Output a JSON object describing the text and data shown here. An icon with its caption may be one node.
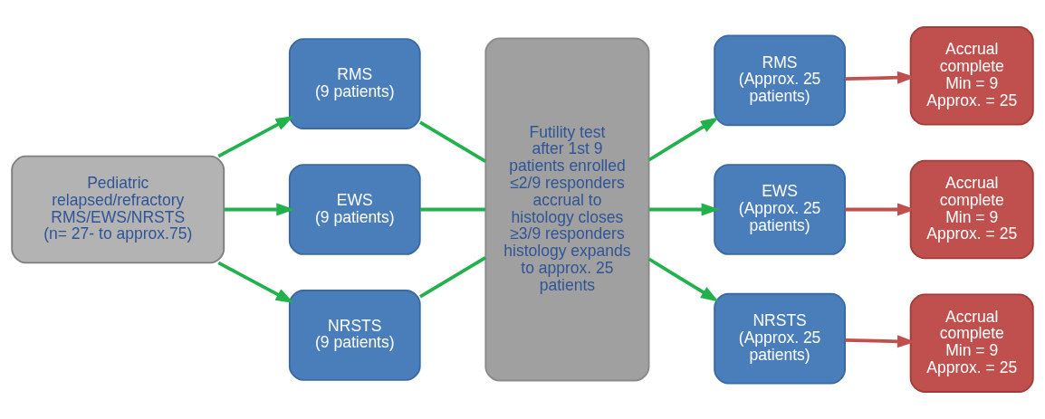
{
  "diagram": {
    "nodes": [
      {
        "text": [
          "Pediatric relapsed/refractory RMS/EWS/NRSTS",
          "(n= 27- to approx.75)"
        ]
      },
      {
        "text": [
          "RMS",
          "(9 patients)"
        ]
      },
      {
        "text": [
          "EWS",
          "(9 patients)"
        ]
      },
      {
        "text": [
          "NRSTS",
          "(9 patients)"
        ]
      },
      {
        "text": [
          "Futility test after 1st 9 patients enrolled",
          "≤2/9 responders accrual to histology closes",
          "≥3/9 responders histology expands to approx. 25 patients"
        ]
      },
      {
        "text": [
          "RMS",
          "(Approx. 25 patients)"
        ]
      },
      {
        "text": [
          "EWS",
          "(Approx. 25 patients)"
        ]
      },
      {
        "text": [
          "NRSTS",
          "(Approx. 25 patients)"
        ]
      },
      {
        "text": [
          "Accrual complete",
          "Min = 9",
          "Approx. = 25"
        ]
      },
      {
        "text": [
          "Accrual complete",
          "Min = 9",
          "Approx. = 25"
        ]
      },
      {
        "text": [
          "Accrual complete",
          "Min = 9",
          "Approx. = 25"
        ]
      }
    ],
    "edges": [
      {
        "from": 0,
        "to": 1,
        "arrow": "to"
      },
      {
        "from": 0,
        "to": 2,
        "arrow": "to"
      },
      {
        "from": 0,
        "to": 3,
        "arrow": "to"
      },
      {
        "from": 1,
        "to": 4,
        "arrow": "none"
      },
      {
        "from": 2,
        "to": 4,
        "arrow": "none"
      },
      {
        "from": 3,
        "to": 4,
        "arrow": "none"
      },
      {
        "from": 4,
        "to": 5,
        "arrow": "to"
      },
      {
        "from": 4,
        "to": 6,
        "arrow": "to"
      },
      {
        "from": 4,
        "to": 7,
        "arrow": "to"
      },
      {
        "from": 5,
        "to": 8,
        "arrow": "to",
        "color": "#c0504d"
      },
      {
        "from": 6,
        "to": 9,
        "arrow": "to",
        "color": "#c0504d"
      },
      {
        "from": 7,
        "to": 10,
        "arrow": "to",
        "color": "#c0504d"
      }
    ]
  }
}
